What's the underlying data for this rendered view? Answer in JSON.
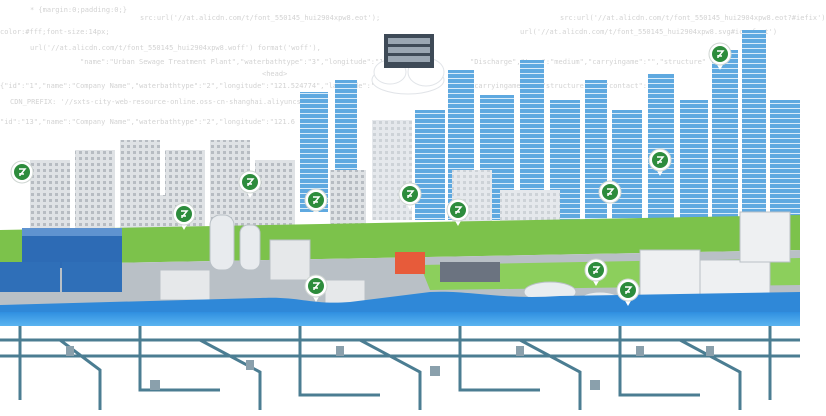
{
  "background_code": [
    "* {margin:0;padding:0;}",
    "src:url('//at.alicdn.com/t/font_550145_hui2904xpw8.eot');",
    "color:#fff;font-size:14px;",
    "src:url('//at.alicdn.com/t/font_550145_hui2904xpw8.eot?#iefix')",
    "url('//at.alicdn.com/t/font_550145_hui2904xpw8.woff') format('woff'),",
    "url('//at.alicdn.com/t/font_550145_hui2904xpw8.svg#iconfont')",
    "<head>",
    "{\"id\":\"1\",\"name\":\"Company Name\",\"waterbathtype\":\"2\",\"longitude\":\"121.524774\",\"latitude\":\"45.5",
    "\"carryingame\":\"\",\"structure\":\"\",\"contact\":\"",
    "CDN_PREFIX: '//sxts-city-web-resource-online.oss-cn-shanghai.aliyuncs.com',",
    "\"name\":\"Urban Sewage Treatment Plant\",\"waterbathtype\":\"3\",\"longitude\":\"121.8365\"",
    "\"Discharge\",\"type\":\"medium\",\"carryingame\":\"\",\"structure\"",
    "\"id\":\"13\",\"name\":\"Company Name\",\"waterbathtype\":\"2\",\"longitude\":\"121.6"
  ],
  "colors": {
    "ground": "#b9c0c6",
    "grass": "#7cc24b",
    "river": "#2f88d8",
    "pipe_band": "#3ba0e8",
    "pipe": "#4b7d92",
    "marker": "#2d8c3c",
    "building": "#e6e8ea",
    "tower": "#5aa7e0"
  },
  "markers": [
    {
      "icon": "sensor-pin-icon"
    },
    {
      "icon": "sensor-pin-icon"
    },
    {
      "icon": "sensor-pin-icon"
    },
    {
      "icon": "sensor-pin-icon"
    },
    {
      "icon": "sensor-pin-icon"
    },
    {
      "icon": "sensor-pin-icon"
    },
    {
      "icon": "sensor-pin-icon"
    },
    {
      "icon": "sensor-pin-icon"
    },
    {
      "icon": "sensor-pin-icon"
    },
    {
      "icon": "sensor-pin-icon"
    },
    {
      "icon": "sensor-pin-icon"
    },
    {
      "icon": "sensor-pin-icon"
    }
  ],
  "cloud": {
    "icon": "cloud-server-icon"
  }
}
